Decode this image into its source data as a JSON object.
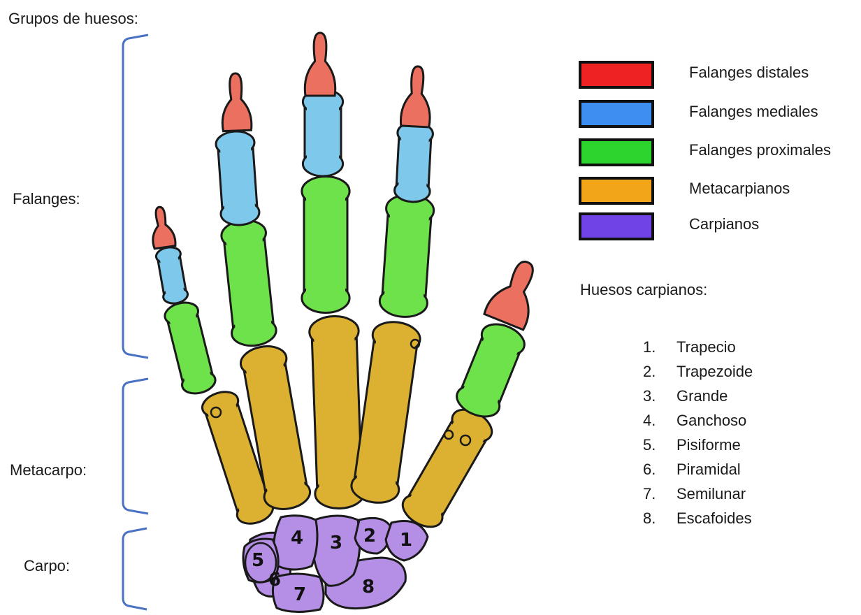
{
  "title": "Grupos de huesos:",
  "groups": {
    "falanges": "Falanges:",
    "metacarpo": "Metacarpo:",
    "carpo": "Carpo:"
  },
  "legend": [
    {
      "label": "Falanges distales",
      "color": "#ee2222"
    },
    {
      "label": "Falanges mediales",
      "color": "#3d8ef0"
    },
    {
      "label": "Falanges proximales",
      "color": "#2dd42d"
    },
    {
      "label": "Metacarpianos",
      "color": "#f2a518"
    },
    {
      "label": "Carpianos",
      "color": "#7043e6"
    }
  ],
  "carpal_heading": "Huesos carpianos:",
  "carpals": [
    {
      "n": "1.",
      "name": "Trapecio"
    },
    {
      "n": "2.",
      "name": "Trapezoide"
    },
    {
      "n": "3.",
      "name": "Grande"
    },
    {
      "n": "4.",
      "name": "Ganchoso"
    },
    {
      "n": "5.",
      "name": "Pisiforme"
    },
    {
      "n": "6.",
      "name": "Piramidal"
    },
    {
      "n": "7.",
      "name": "Semilunar"
    },
    {
      "n": "8.",
      "name": "Escafoides"
    }
  ],
  "bone_numbers": [
    "1",
    "2",
    "3",
    "4",
    "5",
    "6",
    "7",
    "8"
  ],
  "bone_colors": {
    "distal": "#ec7060",
    "medial": "#7ec8ec",
    "proximal": "#6ee24a",
    "metacarpal": "#dcb030",
    "carpal": "#b58ee6",
    "outline": "#1a1a1a",
    "bracket": "#4a72c4"
  }
}
